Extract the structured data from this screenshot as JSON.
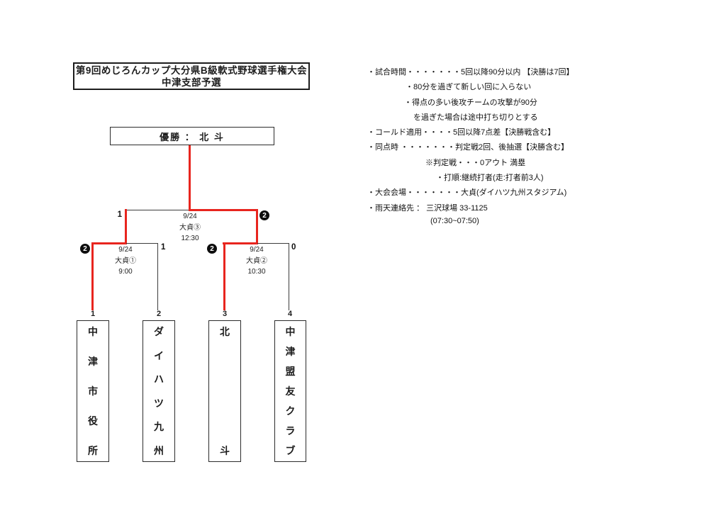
{
  "title": {
    "line1": "第9回めじろんカップ大分県B級軟式野球選手権大会",
    "line2": "中津支部予選"
  },
  "champion": {
    "label": "優勝 ： 北 斗"
  },
  "matches": {
    "final": {
      "date": "9/24",
      "venue": "大貞③",
      "time": "12:30",
      "left_score": "1",
      "right_score": "2",
      "winner_side": "right"
    },
    "semi1": {
      "date": "9/24",
      "venue": "大貞①",
      "time": "9:00",
      "left_score": "2",
      "right_score": "1",
      "winner_side": "left"
    },
    "semi2": {
      "date": "9/24",
      "venue": "大貞②",
      "time": "10:30",
      "left_score": "2",
      "right_score": "0",
      "winner_side": "left"
    }
  },
  "teams": [
    {
      "seed": "1",
      "name": "中津市役所"
    },
    {
      "seed": "2",
      "name": "ダイハツ九州"
    },
    {
      "seed": "3",
      "name": "北斗"
    },
    {
      "seed": "4",
      "name": "中津盟友クラブ"
    }
  ],
  "notes": [
    "・試合時間・・・・・・・5回以降90分以内 【決勝は7回】",
    "・80分を過ぎて新しい回に入らない",
    "・得点の多い後攻チームの攻撃が90分",
    "を過ぎた場合は途中打ち切りとする",
    "・コールド適用・・・・5回以降7点差【決勝戦含む】",
    "・同点時 ・・・・・・・判定戦2回、後抽選【決勝含む】",
    "※判定戦・・・0アウト 満塁",
    "・打順:継続打者(走:打者前3人)",
    "・大会会場・・・・・・・大貞(ダイハツ九州スタジアム)",
    "・雨天連絡先 ： 三沢球場 33-1125",
    "(07:30~07:50)"
  ],
  "colors": {
    "winner_path": "#e8251e",
    "line": "#3c3c3c"
  }
}
